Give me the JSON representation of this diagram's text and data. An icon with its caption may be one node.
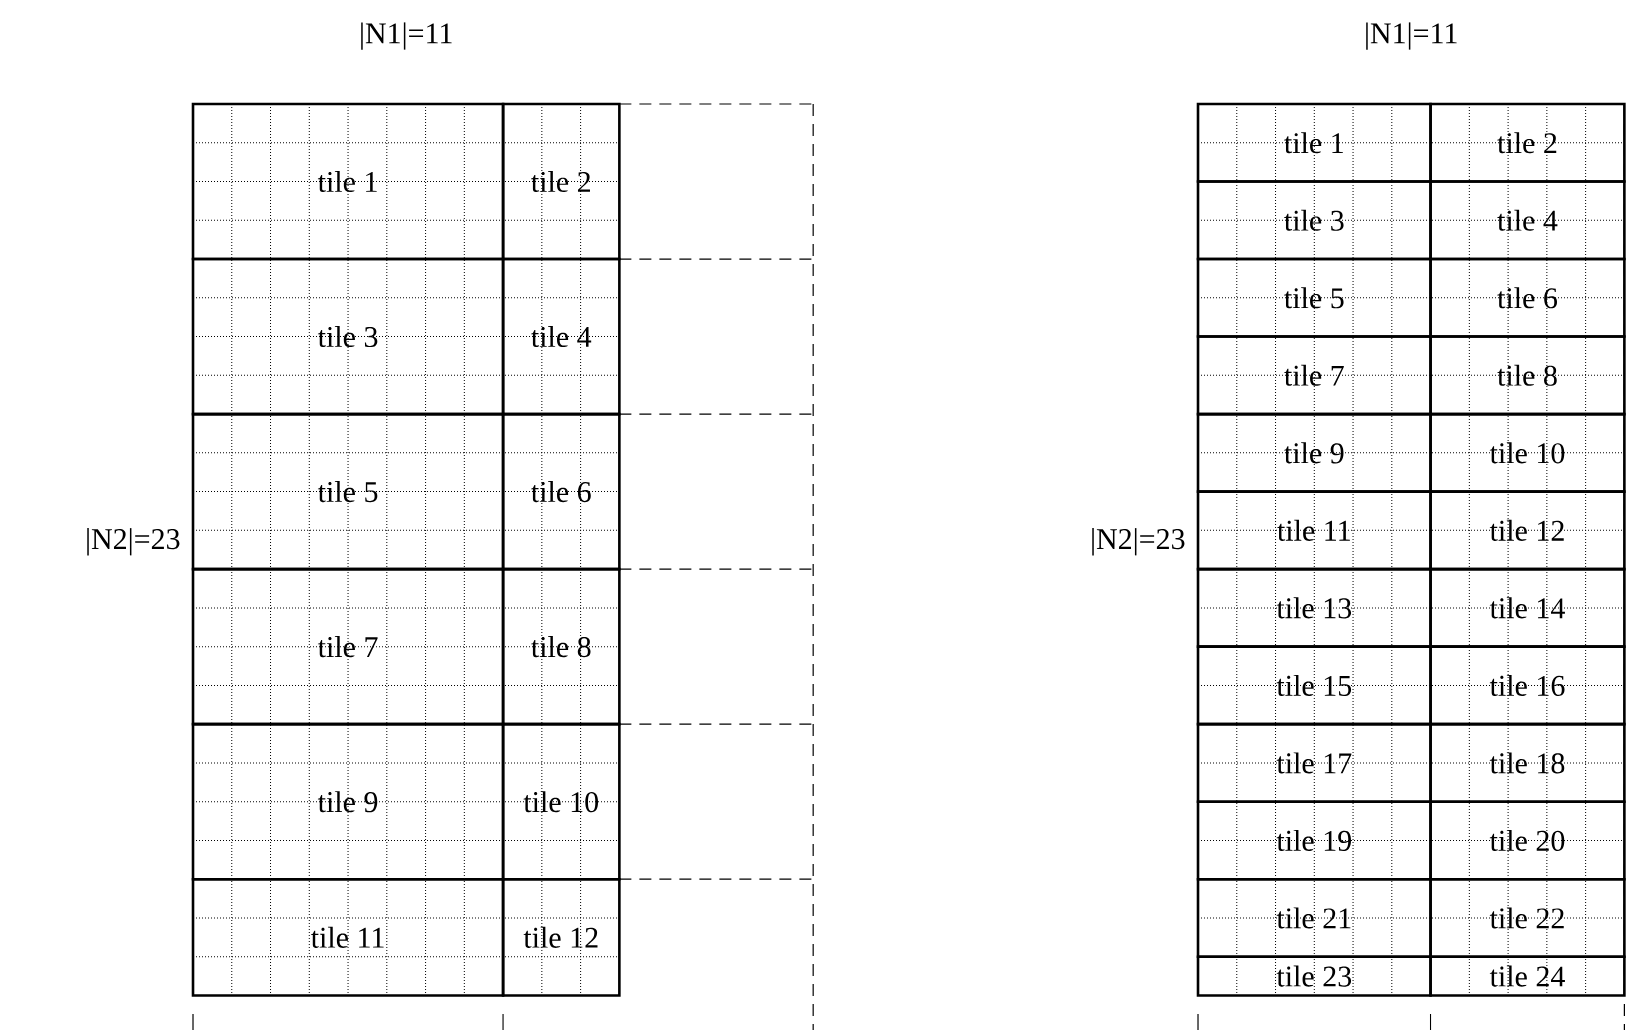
{
  "diagram": {
    "nodes": [
      {
        "text": [
          "tile 1"
        ]
      },
      {
        "text": [
          "tile 2"
        ]
      },
      {
        "text": [
          "tile 3"
        ]
      },
      {
        "text": [
          "tile 4"
        ]
      },
      {
        "text": [
          "tile 5"
        ]
      },
      {
        "text": [
          "tile 6"
        ]
      },
      {
        "text": [
          "tile 7"
        ]
      },
      {
        "text": [
          "tile 8"
        ]
      },
      {
        "text": [
          "tile 9"
        ]
      },
      {
        "text": [
          "tile 10"
        ]
      },
      {
        "text": [
          "tile 11"
        ]
      },
      {
        "text": [
          "tile 12"
        ]
      },
      {
        "text": [
          "tile 1"
        ]
      },
      {
        "text": [
          "tile 2"
        ]
      },
      {
        "text": [
          "tile 3"
        ]
      },
      {
        "text": [
          "tile 4"
        ]
      },
      {
        "text": [
          "tile 5"
        ]
      },
      {
        "text": [
          "tile 6"
        ]
      },
      {
        "text": [
          "tile 7"
        ]
      },
      {
        "text": [
          "tile 8"
        ]
      },
      {
        "text": [
          "tile 9"
        ]
      },
      {
        "text": [
          "tile 10"
        ]
      },
      {
        "text": [
          "tile 11"
        ]
      },
      {
        "text": [
          "tile 12"
        ]
      },
      {
        "text": [
          "tile 13"
        ]
      },
      {
        "text": [
          "tile 14"
        ]
      },
      {
        "text": [
          "tile 15"
        ]
      },
      {
        "text": [
          "tile 16"
        ]
      },
      {
        "text": [
          "tile 17"
        ]
      },
      {
        "text": [
          "tile 18"
        ]
      },
      {
        "text": [
          "tile 19"
        ]
      },
      {
        "text": [
          "tile 20"
        ]
      },
      {
        "text": [
          "tile 21"
        ]
      },
      {
        "text": [
          "tile 22"
        ]
      },
      {
        "text": [
          "tile 23"
        ]
      },
      {
        "text": [
          "tile 24"
        ]
      }
    ],
    "labels": [
      "|N1|=11",
      "|N1|=11",
      "|N2|=23",
      "|N2|=23"
    ]
  }
}
